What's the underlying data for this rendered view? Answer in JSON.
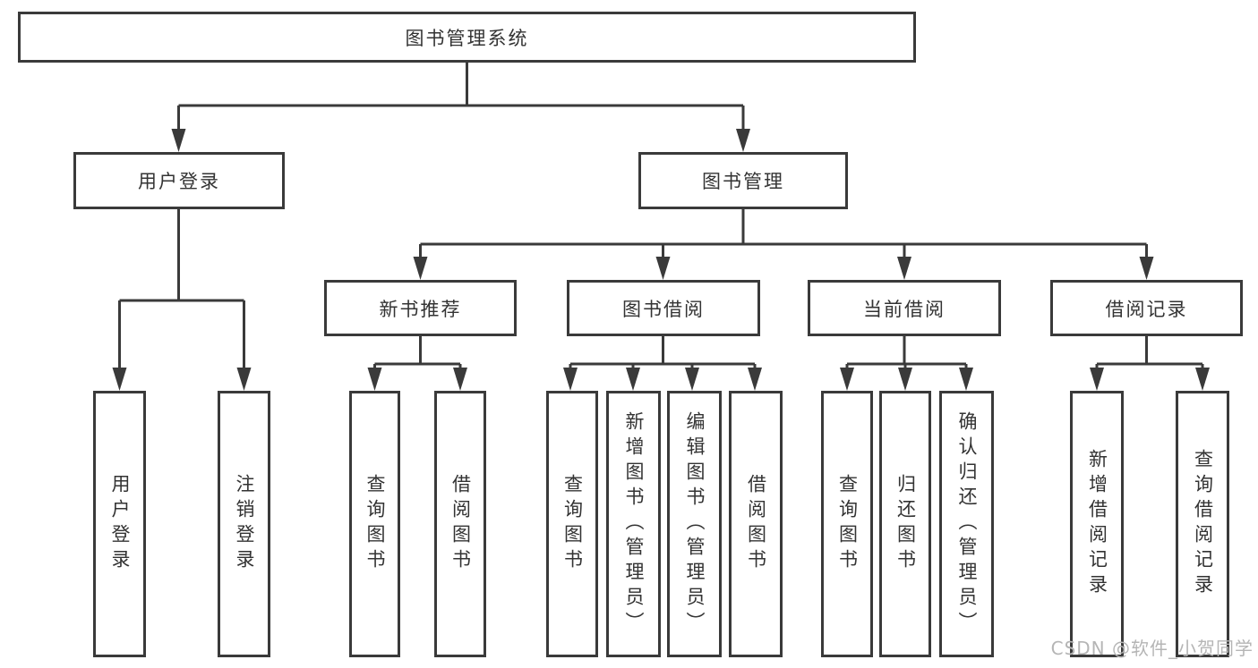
{
  "tree": {
    "root": {
      "label": "图书管理系统"
    },
    "branches": [
      {
        "label": "用户登录",
        "children": [
          {
            "label": "用户登录"
          },
          {
            "label": "注销登录"
          }
        ]
      },
      {
        "label": "图书管理",
        "children": [
          {
            "label": "新书推荐",
            "children": [
              {
                "label": "查询图书"
              },
              {
                "label": "借阅图书"
              }
            ]
          },
          {
            "label": "图书借阅",
            "children": [
              {
                "label": "查询图书"
              },
              {
                "label": "新增图书（管理员）"
              },
              {
                "label": "编辑图书（管理员）"
              },
              {
                "label": "借阅图书"
              }
            ]
          },
          {
            "label": "当前借阅",
            "children": [
              {
                "label": "查询图书"
              },
              {
                "label": "归还图书"
              },
              {
                "label": "确认归还（管理员）"
              }
            ]
          },
          {
            "label": "借阅记录",
            "children": [
              {
                "label": "新增借阅记录"
              },
              {
                "label": "查询借阅记录"
              }
            ]
          }
        ]
      }
    ]
  },
  "watermark": {
    "text": "CSDN @软件_小贺同学"
  },
  "colors": {
    "line": "#3a3a3a",
    "box_border": "#3a3a3a",
    "box_fill": "#ffffff",
    "text": "#333333",
    "watermark": "#b5b5b5",
    "background": "#ffffff"
  }
}
